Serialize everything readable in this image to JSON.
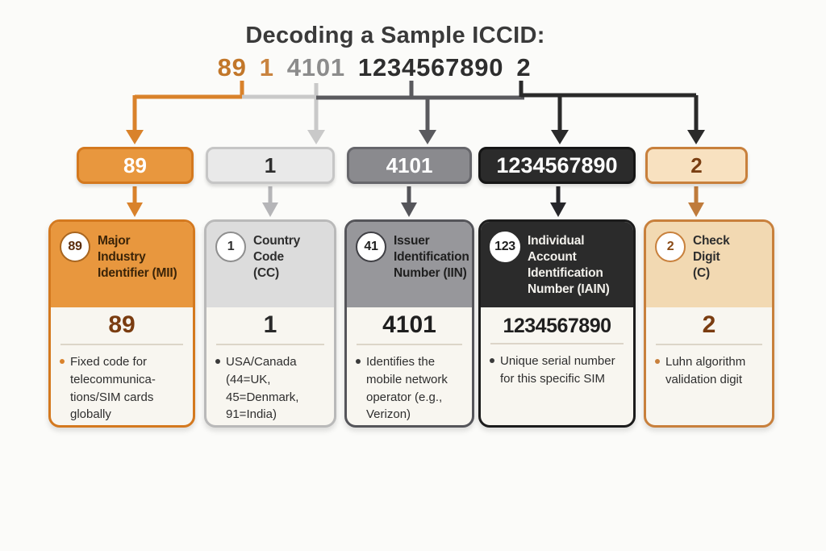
{
  "title": "Decoding a Sample ICCID:",
  "sample_iccid": {
    "full": "89 1 4101 1234567890 2",
    "groups": [
      {
        "text": "89",
        "color": "#C2772A"
      },
      {
        "text": "1",
        "color": "#C98440"
      },
      {
        "text": "4101",
        "color": "#8C8C8C"
      },
      {
        "text": "1234567890",
        "color": "#2E2E2E"
      },
      {
        "text": "2",
        "color": "#2E2E2E"
      }
    ]
  },
  "segments": [
    {
      "digits": "89",
      "badge": "89",
      "title": "Major\nIndustry\nIdentifier (MII)",
      "value": "89",
      "description": "Fixed code for telecommunica-tions/SIM cards globally",
      "colors": {
        "main": "#E8973E",
        "border": "#D4791F",
        "header_text": "#3B2408",
        "value_text": "#7A3C10"
      }
    },
    {
      "digits": "1",
      "badge": "1",
      "title": "Country\nCode\n(CC)",
      "value": "1",
      "description": "USA/Canada (44=UK, 45=Denmark, 91=India)",
      "colors": {
        "main": "#DCDCDC",
        "border": "#B9B9B9",
        "header_text": "#2E2E2E",
        "value_text": "#2A2A2A"
      }
    },
    {
      "digits": "4101",
      "badge": "41",
      "title": "Issuer\nIdentification\nNumber (IIN)",
      "value": "4101",
      "description": "Identifies the mobile network operator (e.g., Verizon)",
      "colors": {
        "main": "#97979B",
        "border": "#55555A",
        "header_text": "#1F1F1F",
        "value_text": "#1F1F1F"
      }
    },
    {
      "digits": "1234567890",
      "badge": "123",
      "title": "Individual\nAccount\nIdentification\nNumber (IAIN)",
      "value": "1234567890",
      "description": "Unique serial number for this specific SIM",
      "colors": {
        "main": "#2B2B2B",
        "border": "#1C1C1C",
        "header_text": "#F2F0EB",
        "value_text": "#1F1F1F"
      }
    },
    {
      "digits": "2",
      "badge": "2",
      "title": "Check\nDigit\n(C)",
      "value": "2",
      "description": "Luhn algorithm validation digit",
      "colors": {
        "main": "#F2D9B2",
        "border": "#C8803C",
        "header_text": "#2E2E2E",
        "value_text": "#7A3C10"
      }
    }
  ]
}
